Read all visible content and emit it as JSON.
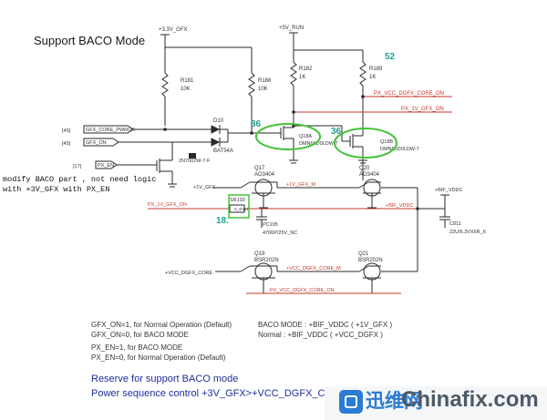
{
  "title": "Support BACO Mode",
  "rails": {
    "v3_gfx": "+3.3V_GFX",
    "v5_run": "+5V_RUN"
  },
  "resistors": {
    "r181": {
      "ref": "R181",
      "val": "10K"
    },
    "r188": {
      "ref": "R188",
      "val": "10K"
    },
    "r182": {
      "ref": "R182",
      "val": "1K"
    },
    "r189": {
      "ref": "R189",
      "val": "1K"
    },
    "r193": {
      "ref": "SR193",
      "val": "0_short"
    }
  },
  "diode": {
    "ref": "D10",
    "part": "BAT54A"
  },
  "transistors": {
    "q_px": {
      "part": "2N7002W-7-F"
    },
    "q18a": {
      "ref": "Q18A",
      "part": "DMN66D0LDW-7"
    },
    "q18b": {
      "ref": "Q18B",
      "part": "DMN66D0LDW-7"
    },
    "q17": {
      "ref": "Q17",
      "part": "AO3404"
    },
    "q20": {
      "ref": "Q20",
      "part": "AO3404"
    },
    "q19": {
      "ref": "Q19",
      "part": "BSR202N"
    },
    "q21": {
      "ref": "Q21",
      "part": "BSR202N"
    }
  },
  "caps": {
    "pc195": {
      "ref": "PC195",
      "val": "4700P/25V_NC"
    },
    "c811": {
      "ref": "C811",
      "val": "22U/6.3VX6R_6"
    }
  },
  "signals": {
    "gfx_core_pwrok": "GFX_CORE_PWROK",
    "gfx_on": "GFX_ON",
    "px_en": "PX_EN",
    "ref45a": "[45]",
    "ref45b": "[45]",
    "ref17": "[17]",
    "px_vcc_dgfx_core_on": "PX_VCC_DGFX_CORE_ON",
    "px_1v_gfx_on": "PX_1V_GFX_ON",
    "px_1v_gfx_on_left": "PX_1V_GFX_ON",
    "v1_gfx": "+1V_GFX",
    "v1_gfx_m": "+1V_GFX_M",
    "bif_vddc_net": "+BIF_VDDC",
    "bif_vddc_rail": "+BIF_VDDC",
    "vcc_dgfx_core": "+VCC_DGFX_CORE",
    "vcc_dgfx_core_m": "+VCC_DGFX_CORE_M",
    "px_vcc_dgfx_core_on_bottom": "PX_VCC_DGFX_CORE_ON"
  },
  "annotations": {
    "n36a": "36",
    "n36b": "36",
    "n52": "52",
    "n18": "18."
  },
  "modify_note": [
    "modify BACO part , not need logic",
    "with +3V_GFX with PX_EN"
  ],
  "operation_notes": {
    "gfx_on1": "GFX_ON=1, for Normal Operation (Default)",
    "gfx_on0": "GFX_ON=0, for BACO MODE",
    "px_en1": "PX_EN=1, for BACO MODE",
    "px_en0": "PX_EN=0, for Normal Operation (Default)",
    "baco_mode": "BACO MODE : +BIF_VDDC ( +1V_GFX )",
    "normal": "Normal : +BIF_VDDC ( +VCC_DGFX )"
  },
  "footer": {
    "line1": "Reserve for support BACO mode",
    "line2": "Power sequence control +3V_GFX>+VCC_DGFX_CORE"
  },
  "watermark": {
    "cn": "迅维网",
    "en": "Chinafix.com"
  },
  "colors": {
    "wire": "#2a2a2a",
    "net_red": "#c0392b",
    "highlight_green": "#45c23a",
    "annotation_teal": "#23a08a",
    "footer_blue": "#1f2f9a"
  }
}
